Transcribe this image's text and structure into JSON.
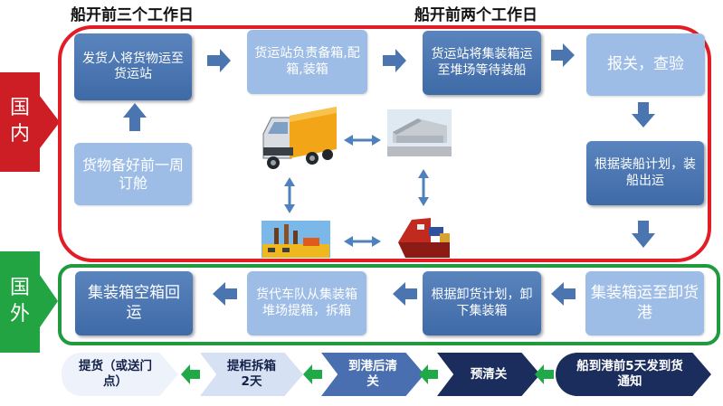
{
  "headers": {
    "left": "船开前三个工作日",
    "right": "船开前两个工作日"
  },
  "regions": {
    "domestic": "国内",
    "foreign": "国外"
  },
  "domestic_steps": {
    "booking": "货物备好前一周订舱",
    "ship_to_station": "发货人将货物运至货运站",
    "station_packing": "货运站负责备箱,配箱,装箱",
    "container_to_yard": "货运站将集装箱运至堆场等待装船",
    "customs": "报关，查验",
    "loading": "根据装船计划，装船出运"
  },
  "foreign_steps": {
    "arrive_port": "集装箱运至卸货港",
    "unload": "根据卸货计划，卸下集装箱",
    "forwarder": "货代车队从集装箱堆场提箱，拆箱",
    "return_empty": "集装箱空箱回运"
  },
  "timeline": [
    {
      "text": "船到港前5天发到货通知"
    },
    {
      "text": "预清关"
    },
    {
      "text": "到港后清关"
    },
    {
      "text": "提柜拆箱2天"
    },
    {
      "text": "提货（或送门点）"
    }
  ],
  "icons": [
    "truck-icon",
    "warehouse-icon",
    "factory-icon",
    "ship-icon"
  ],
  "colors": {
    "domestic_border": "#e31d25",
    "foreign_border": "#1f9a3c",
    "domestic_tab": "#cc1e24",
    "foreign_tab": "#22a443",
    "dark_box": "#4a75b0",
    "light_box": "#9dbde6",
    "arrow": "#4a75b0",
    "timeline_arrow": "#1faa47",
    "timeline_fill": [
      "#1a2d5c",
      "#1a2d5c",
      "#4a6fb0",
      "#d6e1f4",
      "#eef3fb"
    ]
  }
}
